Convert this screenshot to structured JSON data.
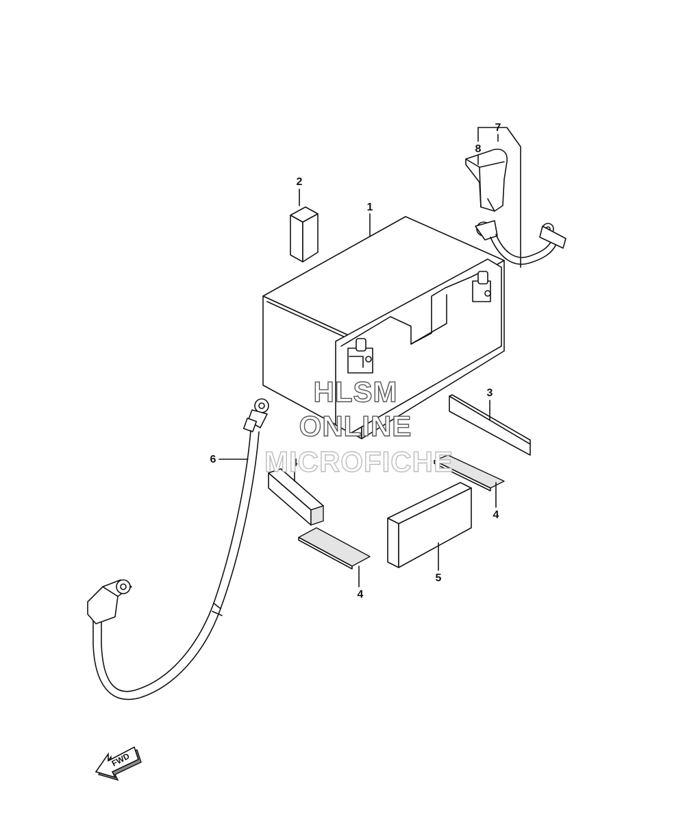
{
  "callouts": {
    "c1": "1",
    "c2": "2",
    "c3": "3",
    "c4a": "4",
    "c4b": "4",
    "c4c": "4",
    "c5": "5",
    "c6": "6",
    "c7": "7",
    "c8": "8"
  },
  "watermark": {
    "line1": "HLSM",
    "line2": "ONLINE",
    "line3": "MICROFICHE"
  },
  "fwd_label": "FWD"
}
